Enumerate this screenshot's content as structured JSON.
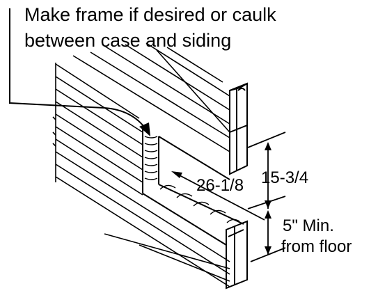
{
  "callout": {
    "line1": "Make frame if desired or caulk",
    "line2": "between case and siding"
  },
  "dimensions": {
    "width": "26-1/8",
    "height": "15-3/4",
    "floor_line1": "5\" Min.",
    "floor_line2": "from floor"
  },
  "colors": {
    "ink": "#000000",
    "background": "#ffffff"
  }
}
